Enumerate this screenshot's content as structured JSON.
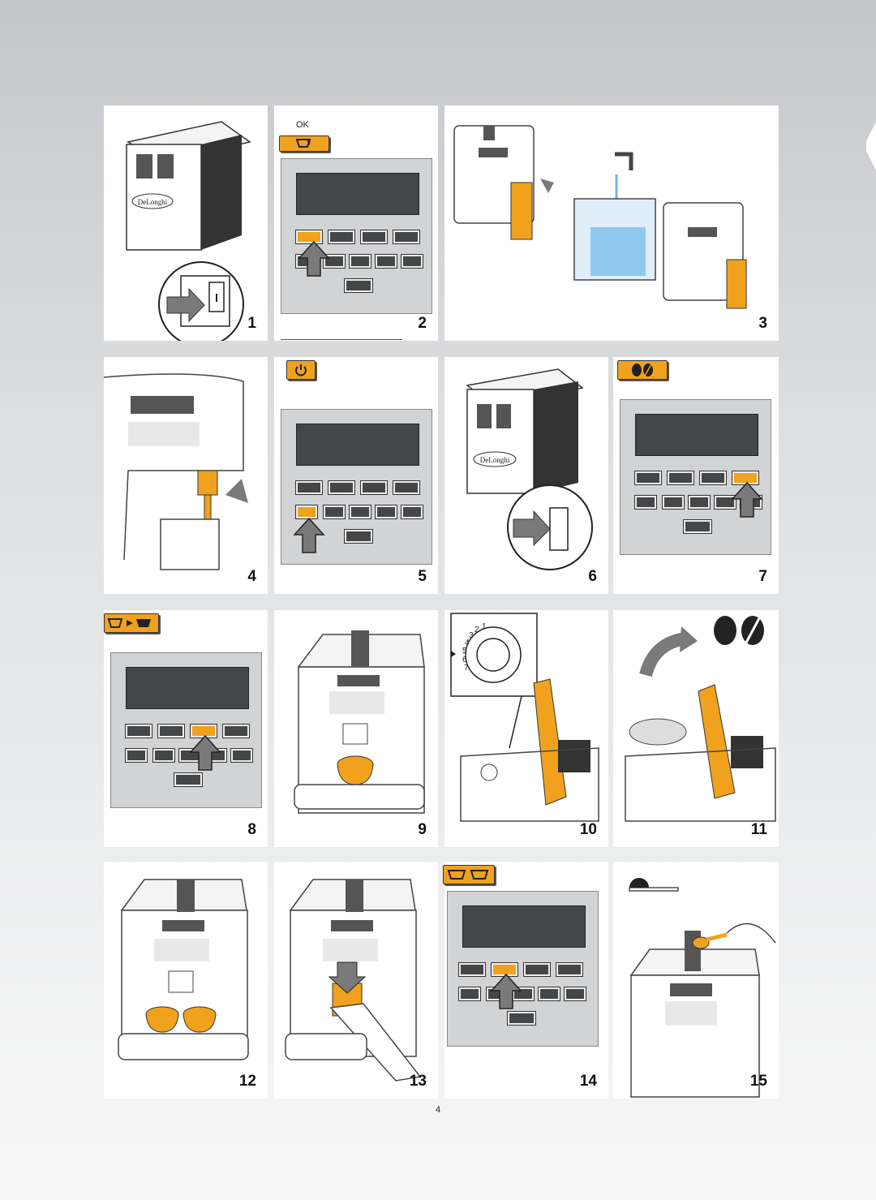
{
  "page_number": "4",
  "panels": [
    {
      "id": 1,
      "number": "1"
    },
    {
      "id": 2,
      "number": "2",
      "ok_label": "OK"
    },
    {
      "id": 3,
      "number": "3"
    },
    {
      "id": 4,
      "number": "4"
    },
    {
      "id": 5,
      "number": "5"
    },
    {
      "id": 6,
      "number": "6"
    },
    {
      "id": 7,
      "number": "7"
    },
    {
      "id": 8,
      "number": "8"
    },
    {
      "id": 9,
      "number": "9"
    },
    {
      "id": 10,
      "number": "10"
    },
    {
      "id": 11,
      "number": "11"
    },
    {
      "id": 12,
      "number": "12"
    },
    {
      "id": 13,
      "number": "13"
    },
    {
      "id": 14,
      "number": "14"
    },
    {
      "id": 15,
      "number": "15"
    }
  ],
  "grind_dial": {
    "digits": [
      "7",
      "6",
      "5",
      "4",
      "3",
      "2",
      "1"
    ]
  },
  "brand_logo": "DeLonghi",
  "icons": {
    "cup": "cup-icon",
    "power": "power-icon",
    "beans": "coffee-beans-icon",
    "cup_to_cup": "cup-arrow-cup-icon",
    "two_cups": "two-cups-icon",
    "scoop": "measuring-scoop-icon"
  },
  "colors": {
    "accent": "#f0a21e",
    "screen": "#454648",
    "panel_grey": "#d2d3d5"
  }
}
